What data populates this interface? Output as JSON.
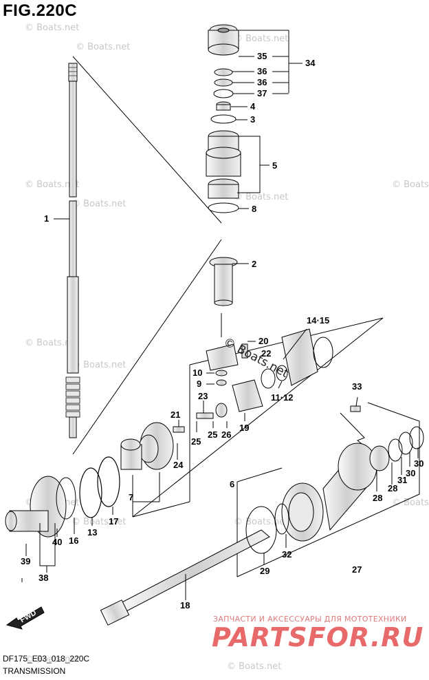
{
  "figure": {
    "title": "FIG.220C",
    "code": "DF175_E03_018_220C",
    "caption": "TRANSMISSION"
  },
  "fwd_label": "FWD",
  "watermarks": {
    "text": "© Boats.net",
    "overlay": "© Boats.net"
  },
  "brand": {
    "tagline": "ЗАПЧАСТИ И АКСЕССУАРЫ ДЛЯ МОТОТЕХНИКИ",
    "logo": "PARTSFOR.RU",
    "color": "#e8696a"
  },
  "callouts": [
    {
      "id": "c1",
      "label": "1"
    },
    {
      "id": "c2",
      "label": "2"
    },
    {
      "id": "c3",
      "label": "3"
    },
    {
      "id": "c4",
      "label": "4"
    },
    {
      "id": "c5",
      "label": "5"
    },
    {
      "id": "c6",
      "label": "6"
    },
    {
      "id": "c7",
      "label": "7"
    },
    {
      "id": "c8",
      "label": "8"
    },
    {
      "id": "c9",
      "label": "9"
    },
    {
      "id": "c10",
      "label": "10"
    },
    {
      "id": "c11",
      "label": "11·12"
    },
    {
      "id": "c13",
      "label": "13"
    },
    {
      "id": "c14",
      "label": "14·15"
    },
    {
      "id": "c16",
      "label": "16"
    },
    {
      "id": "c17",
      "label": "17"
    },
    {
      "id": "c18",
      "label": "18"
    },
    {
      "id": "c19",
      "label": "19"
    },
    {
      "id": "c20",
      "label": "20"
    },
    {
      "id": "c21",
      "label": "21"
    },
    {
      "id": "c22",
      "label": "22"
    },
    {
      "id": "c23",
      "label": "23"
    },
    {
      "id": "c24",
      "label": "24"
    },
    {
      "id": "c25",
      "label": "25"
    },
    {
      "id": "c26",
      "label": "26"
    },
    {
      "id": "c27",
      "label": "27"
    },
    {
      "id": "c28a",
      "label": "28"
    },
    {
      "id": "c28b",
      "label": "28"
    },
    {
      "id": "c29",
      "label": "29"
    },
    {
      "id": "c30a",
      "label": "30"
    },
    {
      "id": "c30b",
      "label": "30"
    },
    {
      "id": "c31",
      "label": "31"
    },
    {
      "id": "c32",
      "label": "32"
    },
    {
      "id": "c33",
      "label": "33"
    },
    {
      "id": "c34",
      "label": "34"
    },
    {
      "id": "c35",
      "label": "35"
    },
    {
      "id": "c36a",
      "label": "36"
    },
    {
      "id": "c36b",
      "label": "36"
    },
    {
      "id": "c37",
      "label": "37"
    },
    {
      "id": "c38",
      "label": "38"
    },
    {
      "id": "c39",
      "label": "39"
    },
    {
      "id": "c40",
      "label": "40"
    }
  ]
}
